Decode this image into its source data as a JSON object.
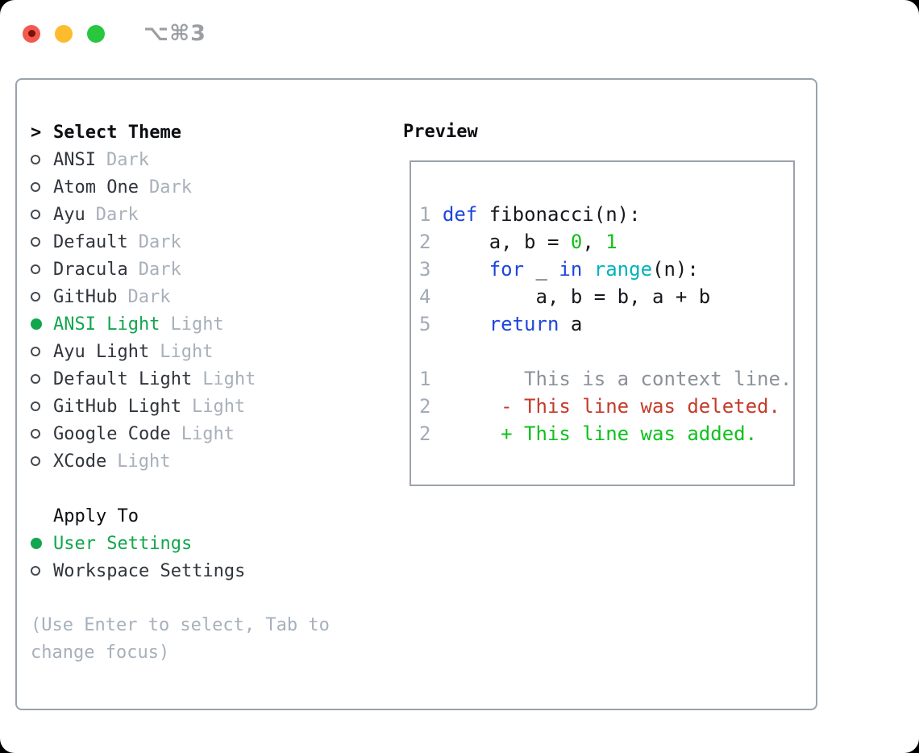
{
  "titlebar": {
    "shortcut": "⌥⌘3",
    "buttons": [
      "close",
      "minimize",
      "zoom"
    ]
  },
  "colors": {
    "accent_green": "#12a64e",
    "traffic_red": "#f25a4f",
    "traffic_red_dot": "#7d1108",
    "traffic_yellow": "#fcbc2d",
    "traffic_green": "#29c73f",
    "border_gray": "#9aa2ad",
    "muted_gray": "#a7b0bb",
    "text_dark": "#30353c",
    "code_keyword_blue": "#1c46db",
    "code_function_cyan": "#00b3bd",
    "code_number_green": "#0ec116",
    "diff_context_gray": "#8b9199",
    "diff_deleted_red": "#c43b2a",
    "diff_added_green": "#0ec11c",
    "line_number_gray": "#a2abb6"
  },
  "left": {
    "prompt": ">",
    "title": "Select Theme",
    "themes": [
      {
        "name": "ANSI",
        "variant": "Dark",
        "selected": false
      },
      {
        "name": "Atom One",
        "variant": "Dark",
        "selected": false
      },
      {
        "name": "Ayu",
        "variant": "Dark",
        "selected": false
      },
      {
        "name": "Default",
        "variant": "Dark",
        "selected": false
      },
      {
        "name": "Dracula",
        "variant": "Dark",
        "selected": false
      },
      {
        "name": "GitHub",
        "variant": "Dark",
        "selected": false
      },
      {
        "name": "ANSI Light",
        "variant": "Light",
        "selected": true
      },
      {
        "name": "Ayu Light",
        "variant": "Light",
        "selected": false
      },
      {
        "name": "Default Light",
        "variant": "Light",
        "selected": false
      },
      {
        "name": "GitHub Light",
        "variant": "Light",
        "selected": false
      },
      {
        "name": "Google Code",
        "variant": "Light",
        "selected": false
      },
      {
        "name": "XCode",
        "variant": "Light",
        "selected": false
      }
    ],
    "apply_to": {
      "title": "Apply To",
      "options": [
        {
          "label": "User Settings",
          "selected": true
        },
        {
          "label": "Workspace Settings",
          "selected": false
        }
      ]
    },
    "hint": "(Use Enter to select, Tab to change focus)"
  },
  "preview": {
    "title": "Preview",
    "lines": [
      {
        "segments": [
          {
            "t": "1 ",
            "c": "ln"
          },
          {
            "t": "def",
            "c": "kw"
          },
          {
            "t": " fibonacci(n):",
            "c": "fg"
          }
        ]
      },
      {
        "segments": [
          {
            "t": "2 ",
            "c": "ln"
          },
          {
            "t": "    a, b = ",
            "c": "fg"
          },
          {
            "t": "0",
            "c": "num"
          },
          {
            "t": ", ",
            "c": "fg"
          },
          {
            "t": "1",
            "c": "num"
          }
        ]
      },
      {
        "segments": [
          {
            "t": "3 ",
            "c": "ln"
          },
          {
            "t": "    ",
            "c": "fg"
          },
          {
            "t": "for",
            "c": "kw"
          },
          {
            "t": " _ ",
            "c": "fg"
          },
          {
            "t": "in",
            "c": "kw"
          },
          {
            "t": " ",
            "c": "fg"
          },
          {
            "t": "range",
            "c": "fn"
          },
          {
            "t": "(n):",
            "c": "fg"
          }
        ]
      },
      {
        "segments": [
          {
            "t": "4 ",
            "c": "ln"
          },
          {
            "t": "        a, b = b, a + b",
            "c": "fg"
          }
        ]
      },
      {
        "segments": [
          {
            "t": "5 ",
            "c": "ln"
          },
          {
            "t": "    ",
            "c": "fg"
          },
          {
            "t": "return",
            "c": "kw"
          },
          {
            "t": " a",
            "c": "fg"
          }
        ]
      },
      {
        "segments": []
      },
      {
        "segments": [
          {
            "t": "1 ",
            "c": "ln"
          },
          {
            "t": "       This is a context line.",
            "c": "ctx"
          }
        ]
      },
      {
        "segments": [
          {
            "t": "2 ",
            "c": "ln"
          },
          {
            "t": "     - This line was deleted.",
            "c": "del"
          }
        ]
      },
      {
        "segments": [
          {
            "t": "2 ",
            "c": "ln"
          },
          {
            "t": "     + This line was added.",
            "c": "add"
          }
        ]
      }
    ]
  }
}
